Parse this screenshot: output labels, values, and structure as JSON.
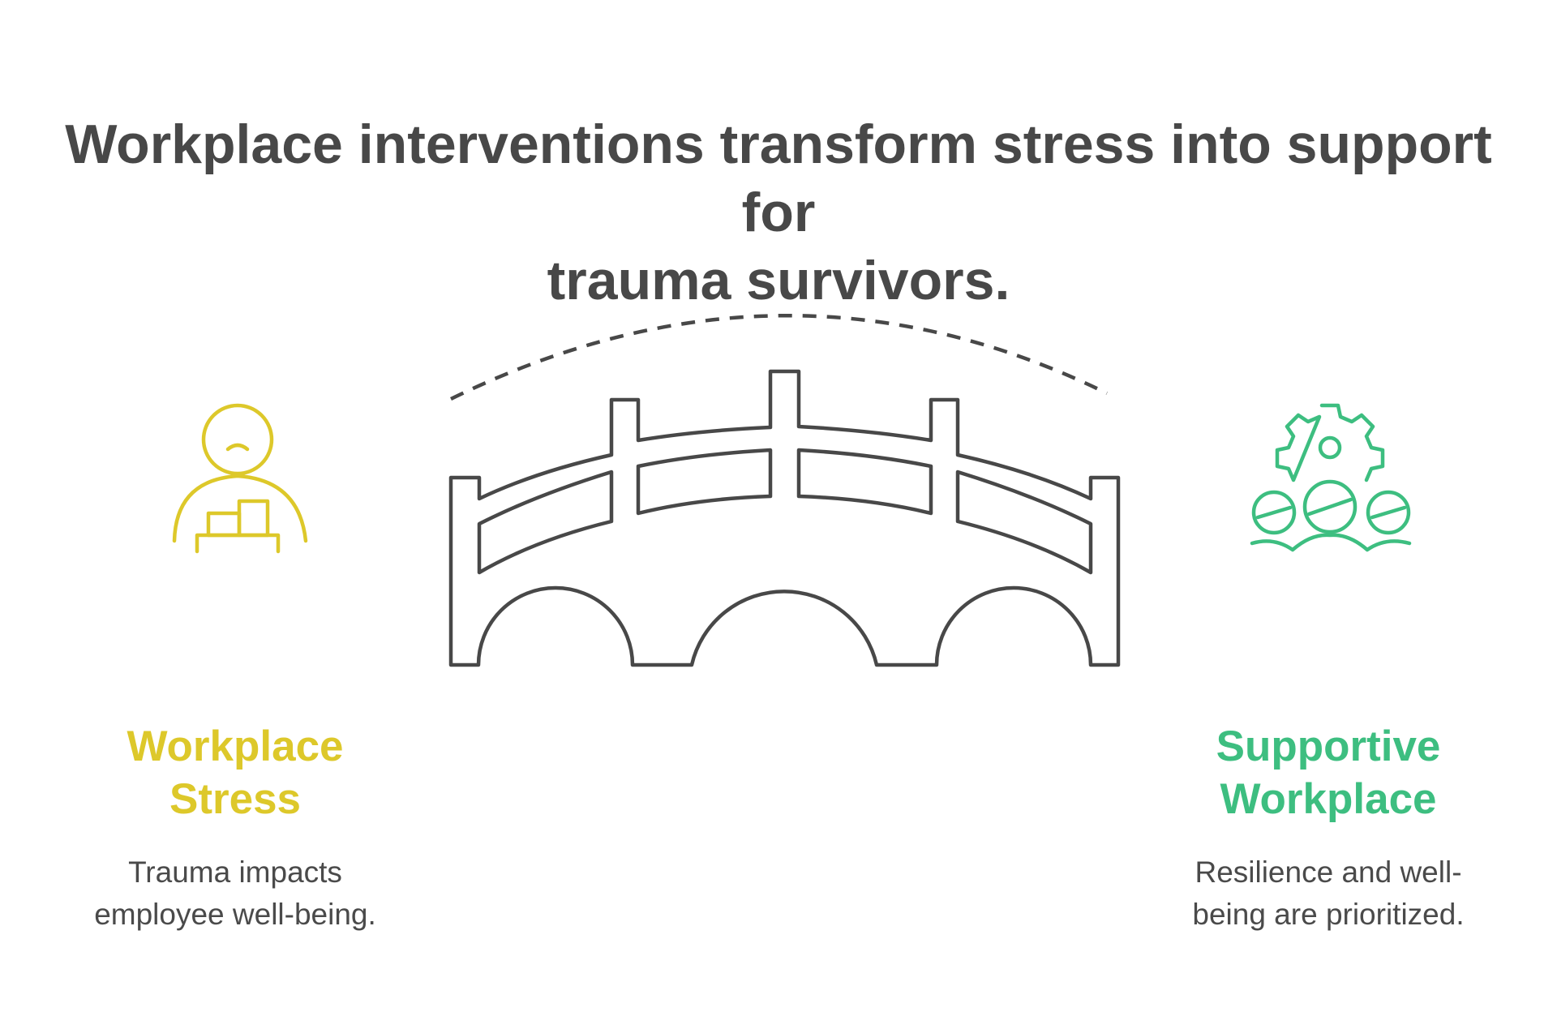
{
  "title": {
    "line1": "Workplace interventions transform stress into support for",
    "line2": "trauma survivors."
  },
  "left": {
    "heading_line1": "Workplace",
    "heading_line2": "Stress",
    "desc_line1": "Trauma impacts",
    "desc_line2": "employee well-being.",
    "icon": "stressed-worker-icon",
    "color": "#DDC82A"
  },
  "center": {
    "icon": "bridge-icon",
    "arc": "dashed-arc",
    "color": "#484848"
  },
  "right": {
    "heading_line1": "Supportive",
    "heading_line2": "Workplace",
    "desc_line1": "Resilience and well-",
    "desc_line2": "being are prioritized.",
    "icon": "team-support-icon",
    "color": "#3DBE80"
  }
}
